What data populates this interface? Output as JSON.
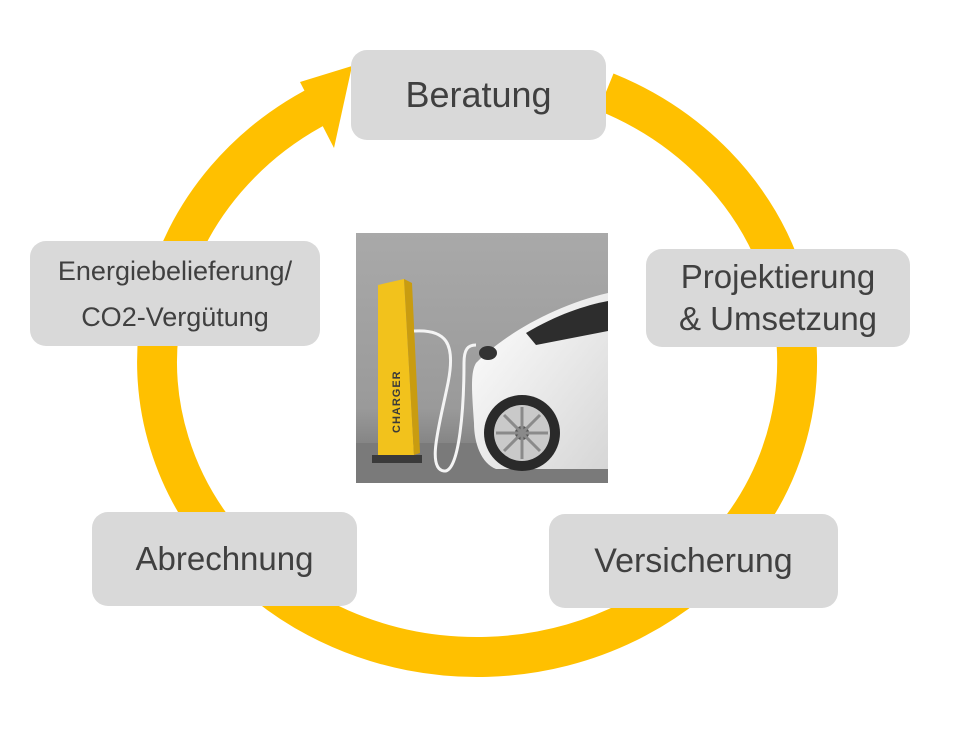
{
  "colors": {
    "cycle_arrow": "#ffc000",
    "step_box": "#d9d9d9",
    "step_text": "#404040"
  },
  "steps": {
    "beratung": {
      "label": "Beratung"
    },
    "projektierung": {
      "line1": "Projektierung",
      "line2": "& Umsetzung"
    },
    "versicherung": {
      "label": "Versicherung"
    },
    "abrechnung": {
      "label": "Abrechnung"
    },
    "energie": {
      "line1": "Energiebelieferung/",
      "line2": "CO2-Vergütung"
    }
  },
  "image": {
    "charger_label": "CHARGER"
  }
}
